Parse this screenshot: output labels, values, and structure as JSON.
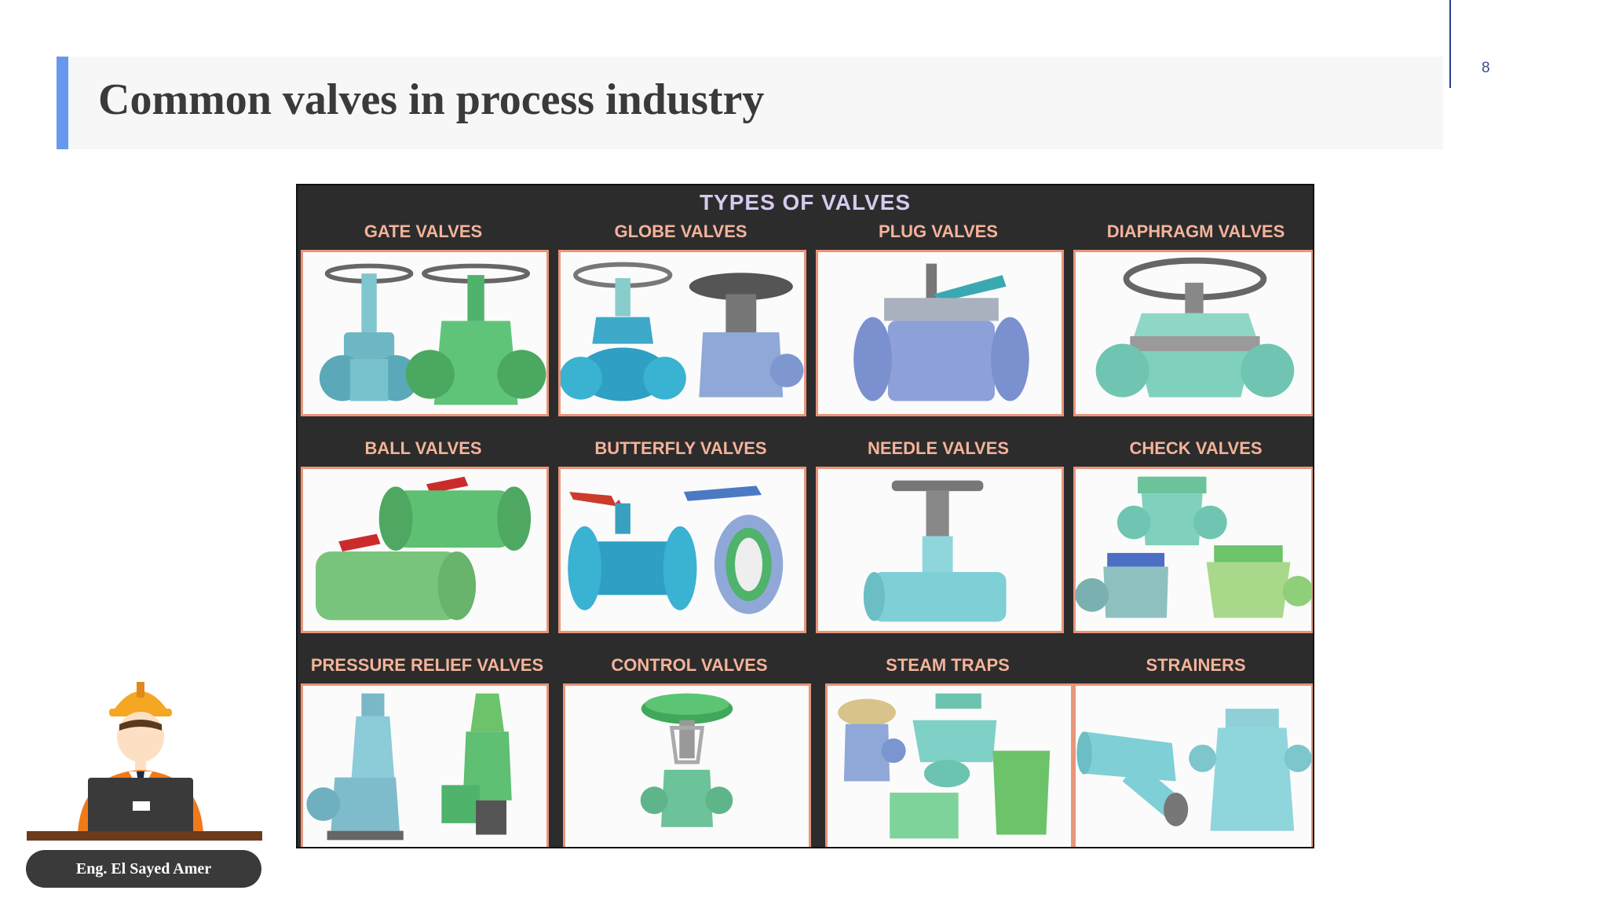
{
  "slide": {
    "title": "Common valves in process industry",
    "page_number": "8",
    "accent_color": "#6699ee"
  },
  "board": {
    "heading": "TYPES OF VALVES",
    "cells": [
      {
        "label": "GATE VALVES"
      },
      {
        "label": "GLOBE VALVES"
      },
      {
        "label": "PLUG VALVES"
      },
      {
        "label": "DIAPHRAGM VALVES"
      },
      {
        "label": "BALL VALVES"
      },
      {
        "label": "BUTTERFLY VALVES"
      },
      {
        "label": "NEEDLE VALVES"
      },
      {
        "label": "CHECK VALVES"
      },
      {
        "label": "PRESSURE RELIEF VALVES"
      },
      {
        "label": "CONTROL VALVES"
      },
      {
        "label": "STEAM TRAPS"
      },
      {
        "label": "STRAINERS"
      }
    ]
  },
  "presenter": {
    "name": "Eng. El Sayed Amer"
  }
}
